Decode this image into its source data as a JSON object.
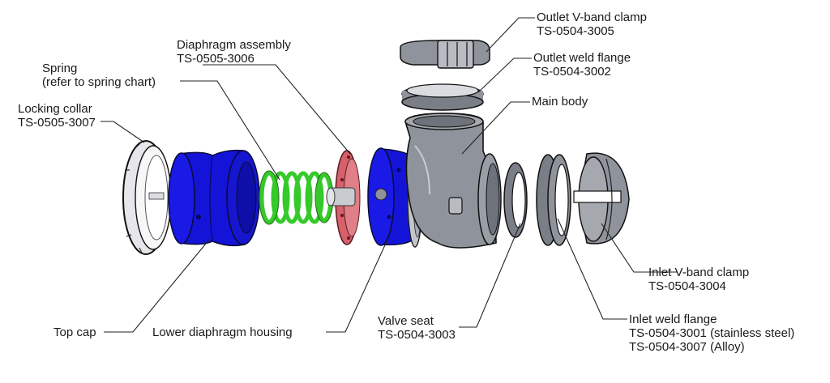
{
  "diagram": {
    "colors": {
      "blue": "#1414d8",
      "green": "#35c92a",
      "red": "#d6616a",
      "grey": "#8f939b",
      "outline": "#111111",
      "leader": "#222222"
    },
    "labels": {
      "outlet_vband_clamp": {
        "name": "Outlet V-band clamp",
        "part": "TS-0504-3005"
      },
      "outlet_weld_flange": {
        "name": "Outlet weld flange",
        "part": "TS-0504-3002"
      },
      "main_body": {
        "name": "Main body"
      },
      "diaphragm_assembly": {
        "name": "Diaphragm assembly",
        "part": "TS-0505-3006"
      },
      "spring": {
        "name": "Spring",
        "note": "(refer to spring chart)"
      },
      "locking_collar": {
        "name": "Locking collar",
        "part": "TS-0505-3007"
      },
      "inlet_vband_clamp": {
        "name": "Inlet V-band clamp",
        "part": "TS-0504-3004"
      },
      "inlet_weld_flange": {
        "name": "Inlet weld flange",
        "part": "TS-0504-3001 (stainless steel)",
        "part_alt": "TS-0504-3007 (Alloy)"
      },
      "valve_seat": {
        "name": "Valve seat",
        "part": "TS-0504-3003"
      },
      "top_cap": {
        "name": "Top cap"
      },
      "lower_diaphragm_housing": {
        "name": "Lower diaphragm housing"
      }
    }
  }
}
